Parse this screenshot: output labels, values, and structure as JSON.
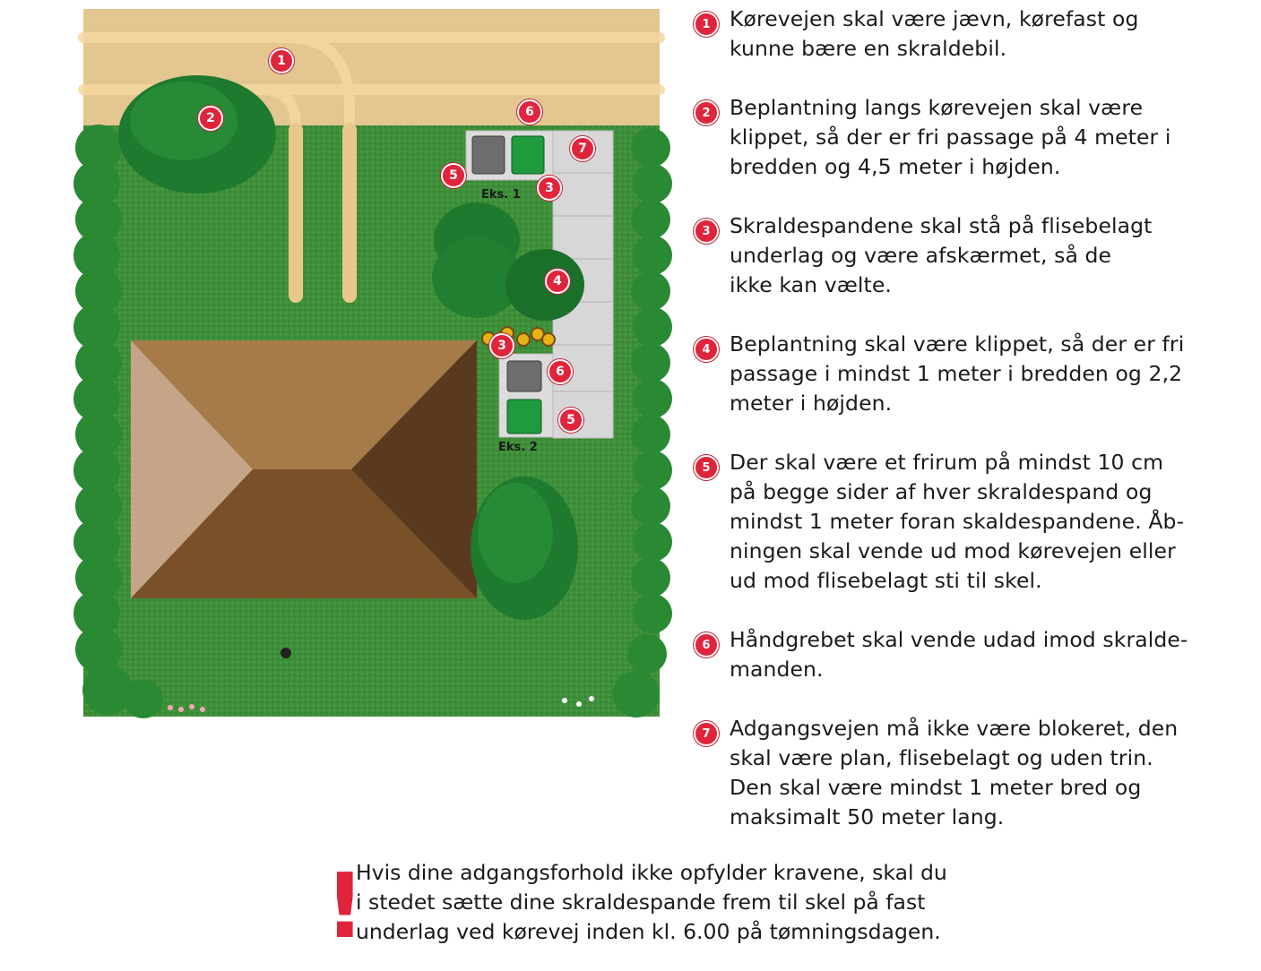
{
  "diagram": {
    "labels": {
      "ex1": "Eks. 1",
      "ex2": "Eks. 2"
    },
    "markers": [
      "1",
      "2",
      "6",
      "7",
      "5",
      "3",
      "4",
      "3",
      "6",
      "5"
    ]
  },
  "rules": [
    {
      "num": "1",
      "text": "Kørevejen skal være jævn, kørefast og\nkunne bære en skraldebil."
    },
    {
      "num": "2",
      "text": "Beplantning langs kørevejen skal være\nklippet, så der er fri passage på 4 meter i\nbredden og 4,5 meter i højden."
    },
    {
      "num": "3",
      "text": "Skraldespandene skal stå på flisebelagt\nunderlag og være afskærmet, så de\nikke kan vælte."
    },
    {
      "num": "4",
      "text": "Beplantning skal være klippet, så der er fri\npassage i mindst 1 meter i bredden og 2,2\nmeter i højden."
    },
    {
      "num": "5",
      "text": "Der skal være et frirum på mindst 10 cm\npå begge sider af hver skraldespand og\nmindst 1 meter foran skaldespandene. Åb-\nningen skal vende ud mod kørevejen eller\nud mod flisebelagt sti til skel."
    },
    {
      "num": "6",
      "text": "Håndgrebet skal vende udad imod skralde-\nmanden."
    },
    {
      "num": "7",
      "text": "Adgangsvejen må ikke være blokeret, den\nskal være plan, flisebelagt og uden trin.\nDen skal være mindst 1 meter bred og\nmaksimalt 50 meter lang."
    }
  ],
  "notice": {
    "mark": "!",
    "text": "Hvis dine adgangsforhold ikke opfylder kravene, skal du\ni stedet sætte dine skraldespande frem til skel på fast\nunderlag ved kørevej inden kl. 6.00 på tømningsdagen."
  },
  "colors": {
    "accent": "#e0243b",
    "grass": "#3f8f3a",
    "road": "#e4c690",
    "tree": "#1e7a2e",
    "roof_dark": "#5a3a1e",
    "roof_light": "#c5a487",
    "bin_green": "#1f9a3d",
    "bin_grey": "#6d6d6d"
  }
}
